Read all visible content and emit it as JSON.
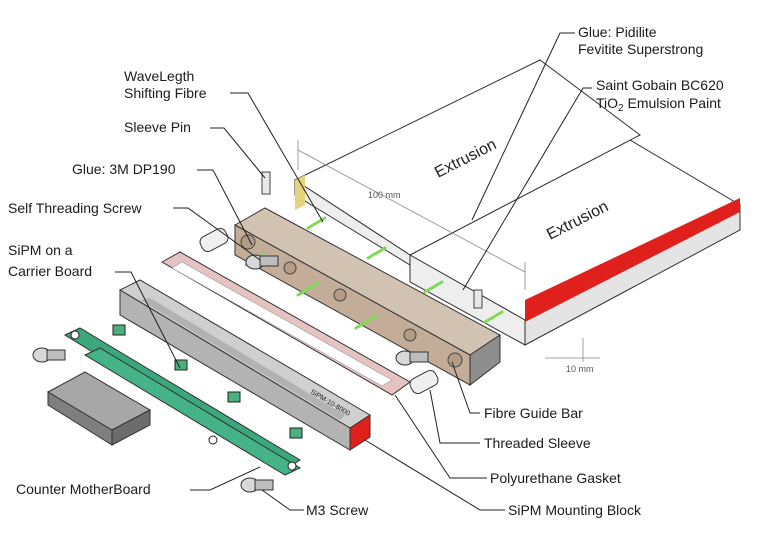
{
  "labels": {
    "glue_pidilite_1": "Glue: Pidilite",
    "glue_pidilite_2": "Fevitite Superstrong",
    "wls_1": "WaveLegth",
    "wls_2": "Shifting Fibre",
    "saint_gobain_1": "Saint Gobain BC620",
    "saint_gobain_2_prefix": "TiO",
    "saint_gobain_2_sub": "2",
    "saint_gobain_2_suffix": " Emulsion Paint",
    "sleeve_pin": "Sleeve Pin",
    "glue_3m": "Glue: 3M DP190",
    "self_threading_screw": "Self Threading Screw",
    "sipm_carrier_1": "SiPM on a",
    "sipm_carrier_2": "Carrier Board",
    "fibre_guide_bar": "Fibre Guide Bar",
    "threaded_sleeve": "Threaded Sleeve",
    "polyurethane_gasket": "Polyurethane Gasket",
    "counter_motherboard": "Counter MotherBoard",
    "m3_screw": "M3 Screw",
    "sipm_mounting_block": "SiPM Mounting Block"
  },
  "parts": {
    "extrusion_top": "Extrusion",
    "extrusion_bottom": "Extrusion",
    "dim_length": "100 mm",
    "dim_thickness": "10 mm",
    "block_marking": "SiPM-10-8000"
  },
  "colors": {
    "extrusion_face": "#ffffff",
    "extrusion_side": "#dcdcdc",
    "paint_red": "#e0201c",
    "fibre_green": "#7ed957",
    "guide_bar": "#c9b8a8",
    "gasket": "#dcb5b5",
    "mounting_block": "#b8b8b8",
    "pcb_green": "#3aa77c",
    "connector": "#9a9a9a"
  }
}
